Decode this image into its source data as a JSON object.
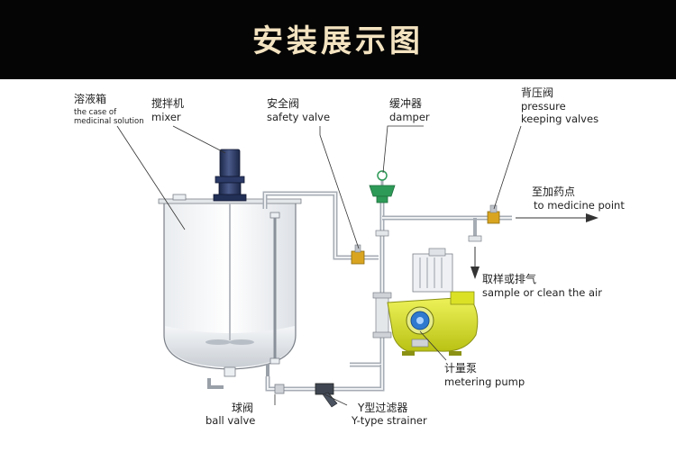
{
  "header": {
    "title": "安装展示图"
  },
  "labels": {
    "tank": {
      "cn": "溶液箱",
      "en_line1": "the case of",
      "en_line2": "medicinal solution"
    },
    "mixer": {
      "cn": "搅拌机",
      "en": "mixer"
    },
    "safety_valve": {
      "cn": "安全阀",
      "en": "safety valve"
    },
    "damper": {
      "cn": "缓冲器",
      "en": "damper"
    },
    "back_pressure": {
      "cn": "背压阀",
      "en_line1": "pressure",
      "en_line2": "keeping valves"
    },
    "to_dosing": {
      "cn": "至加药点",
      "en": "to medicine point"
    },
    "sample": {
      "cn": "取样或排气",
      "en": "sample or clean the air"
    },
    "metering_pump": {
      "cn": "计量泵",
      "en": "metering pump"
    },
    "ball_valve": {
      "cn": "球阀",
      "en": "ball valve"
    },
    "y_strainer": {
      "cn": "Y型过滤器",
      "en": "Y-type strainer"
    }
  },
  "colors": {
    "banner_bg": "#050505",
    "title": "#f4e3c0",
    "pump_body": "#d9e21e",
    "motor": "#2b3a66",
    "valve": "#d9a520",
    "damper": "#2e9a57",
    "pump_head": "#2f7ad0"
  }
}
